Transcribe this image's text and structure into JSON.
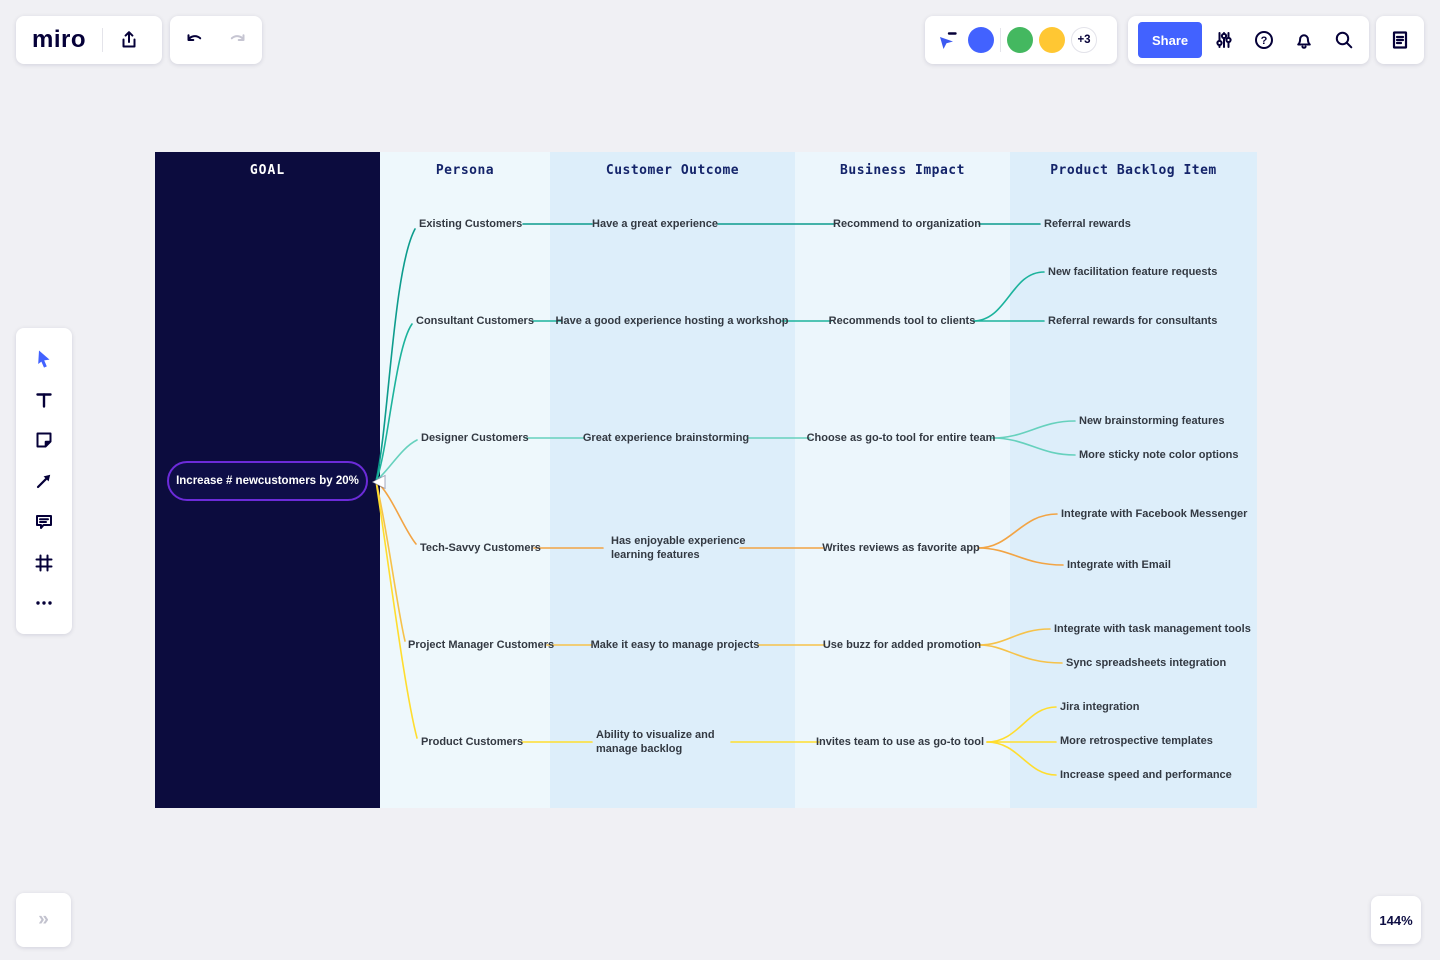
{
  "topbar": {
    "logo": "miro",
    "share_label": "Share",
    "collaborators_overflow": "+3",
    "icons": [
      "export-icon",
      "undo-icon",
      "redo-icon",
      "follow-pointer-icon",
      "settings-sliders-icon",
      "help-icon",
      "notifications-bell-icon",
      "search-icon",
      "notes-icon"
    ]
  },
  "toolbar": {
    "icons": [
      "select-cursor-icon",
      "text-icon",
      "sticky-note-icon",
      "arrow-icon",
      "comment-icon",
      "frame-icon",
      "more-dots-icon"
    ]
  },
  "footer": {
    "collapse_glyph": "»",
    "zoom_level": "144%"
  },
  "colors": {
    "share_button": "#4262ff",
    "selection_blue": "#4262ff",
    "goal_column": "#0c0c3e",
    "goal_node_border": "#6c2bd9",
    "avatar_rings": [
      "#4262ff",
      "#44b860",
      "#ffc733"
    ],
    "row_colors": [
      "#0d9c8d",
      "#1cb39c",
      "#66d1bd",
      "#f2a444",
      "#f6c24a",
      "#ffdd2e"
    ]
  },
  "diagram": {
    "headers": {
      "goal": "GOAL",
      "persona": "Persona",
      "outcome": "Customer Outcome",
      "impact": "Business Impact",
      "backlog": "Product Backlog Item"
    },
    "goal_node": "Increase # newcustomers by 20%",
    "personas": [
      "Existing Customers",
      "Consultant Customers",
      "Designer Customers",
      "Tech-Savvy Customers",
      "Project Manager Customers",
      "Product Customers"
    ],
    "outcomes": [
      "Have a great experience",
      "Have a good experience hosting a workshop",
      "Great experience brainstorming",
      "Has enjoyable experience\nlearning features",
      "Make it easy to manage projects",
      "Ability to visualize and\nmanage backlog"
    ],
    "impacts": [
      "Recommend to organization",
      "Recommends tool to clients",
      "Choose as go-to tool for entire team",
      "Writes reviews as favorite app",
      "Use buzz for added promotion",
      "Invites team to use as go-to tool"
    ],
    "backlog": [
      "Referral rewards",
      "New facilitation feature requests",
      "Referral rewards for consultants",
      "New brainstorming features",
      "More sticky note color options",
      "Integrate with Facebook Messenger",
      "Integrate with Email",
      "Integrate with task management tools",
      "Sync spreadsheets integration",
      "Jira integration",
      "More retrospective templates",
      "Increase speed and performance"
    ]
  }
}
